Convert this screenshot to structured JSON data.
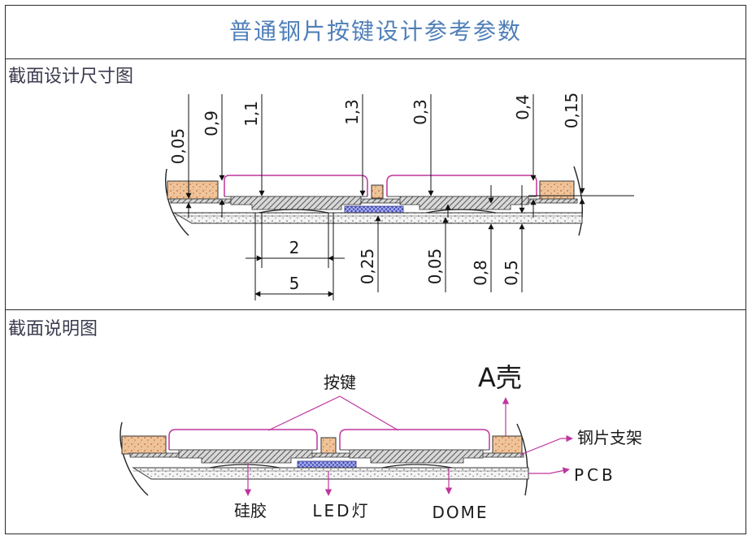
{
  "title": "普通钢片按键设计参考参数",
  "sections": {
    "dimension": {
      "label": "截面设计尺寸图",
      "top_dims": [
        "0,05",
        "0,9",
        "1,1",
        "1,3",
        "0,3",
        "0,4",
        "0,15"
      ],
      "bottom_dims": [
        "2",
        "5",
        "0,25",
        "0,05",
        "0,8",
        "0,5"
      ]
    },
    "explanation": {
      "label": "截面说明图",
      "labels": {
        "key": "按键",
        "shell": "A壳",
        "bracket": "钢片支架",
        "pcb": "PCB",
        "silicone": "硅胶",
        "led": "LED灯",
        "dome": "DOME"
      }
    }
  },
  "colors": {
    "title": "#4f7fb8",
    "keycap_outline": "#c0359d",
    "shell_fill": "#f0c49a",
    "led_fill": "#5a63c9",
    "callout": "#c0359d"
  }
}
